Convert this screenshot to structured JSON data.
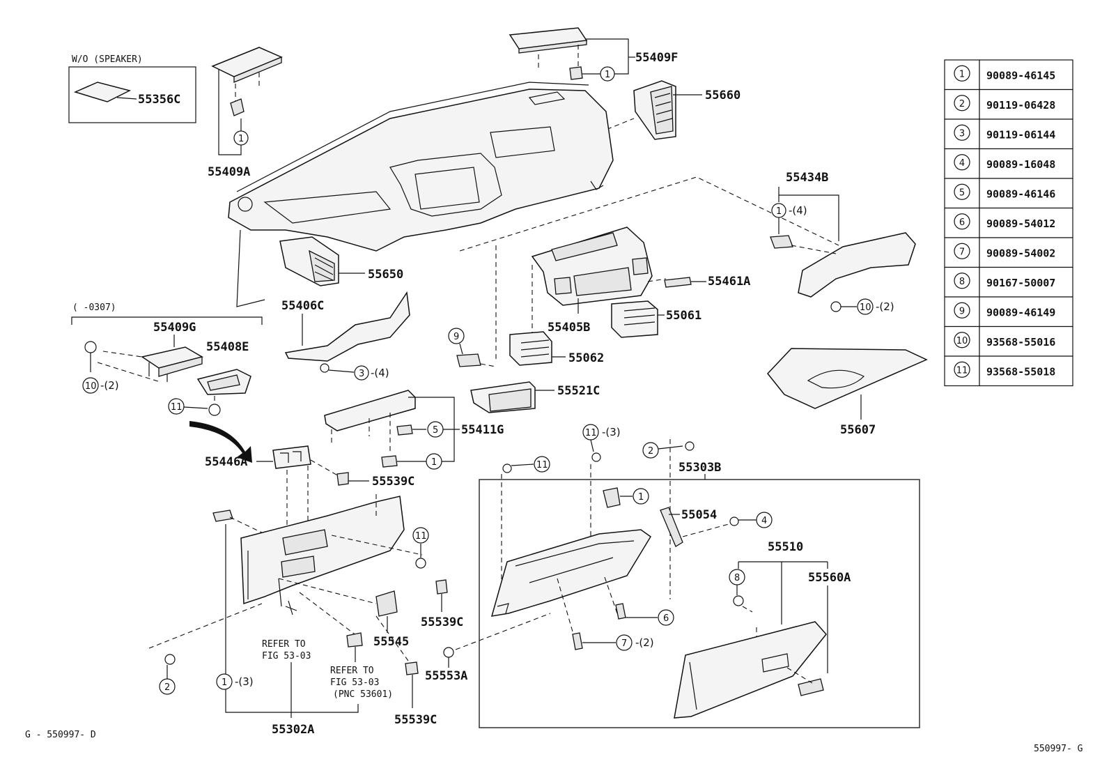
{
  "wo_speaker": "W/O (SPEAKER)",
  "range_note": "(      -0307)",
  "parts": {
    "p55356C": "55356C",
    "p55409A": "55409A",
    "p55409F": "55409F",
    "p55660": "55660",
    "p55434B": "55434B",
    "p55650": "55650",
    "p55461A": "55461A",
    "p55406C": "55406C",
    "p55405B": "55405B",
    "p55061": "55061",
    "p55409G": "55409G",
    "p55408E": "55408E",
    "p55062": "55062",
    "p55521C": "55521C",
    "p55607": "55607",
    "p55411G": "55411G",
    "p55446A": "55446A",
    "p55539C_1": "55539C",
    "p55303B": "55303B",
    "p55054": "55054",
    "p55510": "55510",
    "p55560A": "55560A",
    "p55539C_2": "55539C",
    "p55545": "55545",
    "p55553A": "55553A",
    "p55539C_3": "55539C",
    "p55302A": "55302A"
  },
  "refer1": [
    "REFER TO",
    "FIG 53-03"
  ],
  "refer2": [
    "REFER TO",
    "FIG 53-03",
    "(PNC 53601)"
  ],
  "fastener_table": [
    {
      "ref": "1",
      "part_no": "90089-46145"
    },
    {
      "ref": "2",
      "part_no": "90119-06428"
    },
    {
      "ref": "3",
      "part_no": "90119-06144"
    },
    {
      "ref": "4",
      "part_no": "90089-16048"
    },
    {
      "ref": "5",
      "part_no": "90089-46146"
    },
    {
      "ref": "6",
      "part_no": "90089-54012"
    },
    {
      "ref": "7",
      "part_no": "90089-54002"
    },
    {
      "ref": "8",
      "part_no": "90167-50007"
    },
    {
      "ref": "9",
      "part_no": "90089-46149"
    },
    {
      "ref": "10",
      "part_no": "93568-55016"
    },
    {
      "ref": "11",
      "part_no": "93568-55018"
    }
  ],
  "callouts": {
    "c_a1": "1",
    "c_f1": "1",
    "c_b1": "1",
    "q_b1": "-(4)",
    "c_g10": "10",
    "q_g10": "-(2)",
    "c_b10": "10",
    "q_b10": "-(2)",
    "c_b11": "11",
    "c_s3": "3",
    "q_s3": "-(4)",
    "c_9": "9",
    "c_5": "5",
    "c_411": "1",
    "c_11a": "11",
    "q_11a": "-(3)",
    "c_2a": "2",
    "c_11b": "11",
    "c_1g": "1",
    "c_4": "4",
    "c_11c": "11",
    "c_8": "8",
    "c_6": "6",
    "c_7": "7",
    "q_7": "-(2)",
    "c_2b": "2",
    "c_1c": "1",
    "q_1c": "-(3)"
  },
  "footer_left": "G - 550997- D",
  "footer_right": "550997- G"
}
